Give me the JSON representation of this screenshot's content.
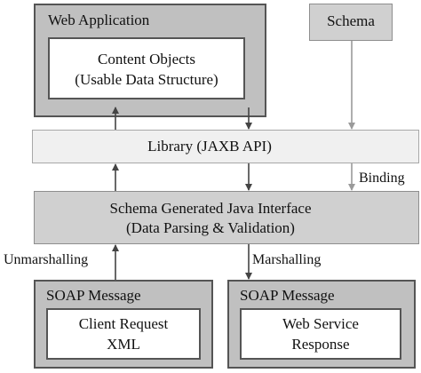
{
  "web_application": {
    "title": "Web Application",
    "content_objects_line1": "Content Objects",
    "content_objects_line2": "(Usable Data Structure)"
  },
  "schema": {
    "label": "Schema"
  },
  "library": {
    "label": "Library (JAXB API)"
  },
  "schema_generated": {
    "line1": "Schema Generated Java Interface",
    "line2": "(Data Parsing & Validation)"
  },
  "soap_left": {
    "title": "SOAP Message",
    "line1": "Client Request",
    "line2": "XML"
  },
  "soap_right": {
    "title": "SOAP Message",
    "line1": "Web Service",
    "line2": "Response"
  },
  "labels": {
    "binding": "Binding",
    "unmarshalling": "Unmarshalling",
    "marshalling": "Marshalling"
  }
}
